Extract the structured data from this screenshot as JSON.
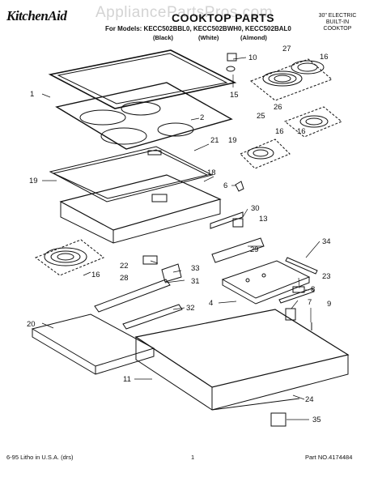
{
  "header": {
    "brand": "KitchenAid",
    "watermark": "AppliancePartsPros.com",
    "title": "COOKTOP PARTS",
    "models_line": "For Models: KECC502BBL0, KECC502BWH0, KECC502BAL0",
    "finish_black": "(Black)",
    "finish_white": "(White)",
    "finish_almond": "(Almond)",
    "desc_1": "30\" ELECTRIC",
    "desc_2": "BUILT-IN",
    "desc_3": "COOKTOP"
  },
  "callouts": [
    "1",
    "2",
    "10",
    "15",
    "27",
    "16",
    "26",
    "25",
    "16",
    "16",
    "21",
    "19",
    "19",
    "18",
    "6",
    "30",
    "13",
    "29",
    "34",
    "22",
    "33",
    "16",
    "28",
    "31",
    "23",
    "8",
    "4",
    "32",
    "7",
    "9",
    "20",
    "11",
    "24",
    "35"
  ],
  "footer": {
    "left": "6-95  Litho in U.S.A. (drs)",
    "center": "1",
    "right": "Part NO.4174484"
  }
}
